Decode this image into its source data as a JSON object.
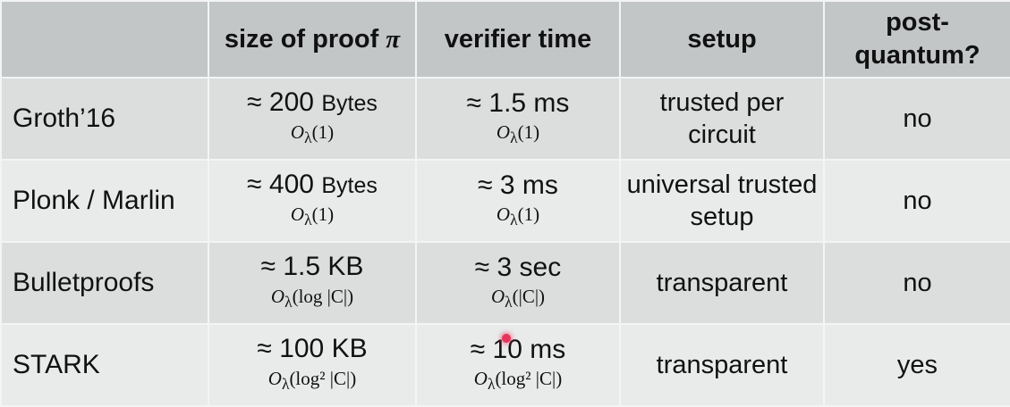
{
  "header": {
    "corner": "",
    "size": "size of proof",
    "size_symbol": "π",
    "verifier": "verifier time",
    "setup": "setup",
    "pq": "post-quantum?"
  },
  "rows": [
    {
      "scheme": "Groth’16",
      "size_approx": "≈ 200",
      "size_unit": "Bytes",
      "size_bigO": "O_λ(1)",
      "verifier": "≈ 1.5 ms",
      "verifier_bigO": "O_λ(1)",
      "setup": "trusted per circuit",
      "pq": "no"
    },
    {
      "scheme": "Plonk / Marlin",
      "size_approx": "≈ 400",
      "size_unit": "Bytes",
      "size_bigO": "O_λ(1)",
      "verifier": "≈ 3 ms",
      "verifier_bigO": "O_λ(1)",
      "setup": "universal trusted setup",
      "pq": "no"
    },
    {
      "scheme": "Bulletproofs",
      "size_approx": "≈ 1.5 KB",
      "size_unit": "",
      "size_bigO": "O_λ(log |C|)",
      "verifier": "≈ 3 sec",
      "verifier_bigO": "O_λ(|C|)",
      "setup": "transparent",
      "pq": "no"
    },
    {
      "scheme": "STARK",
      "size_approx": "≈ 100 KB",
      "size_unit": "",
      "size_bigO": "O_λ(log² |C|)",
      "verifier": "≈ 10 ms",
      "verifier_bigO": "O_λ(log² |C|)",
      "setup": "transparent",
      "pq": "yes"
    }
  ],
  "colors": {
    "header_bg": "#c3c6c7",
    "row_odd_bg": "#dcdede",
    "row_even_bg": "#e9eaea",
    "grid": "#f4f4f4",
    "cursor": "#e8345a"
  }
}
